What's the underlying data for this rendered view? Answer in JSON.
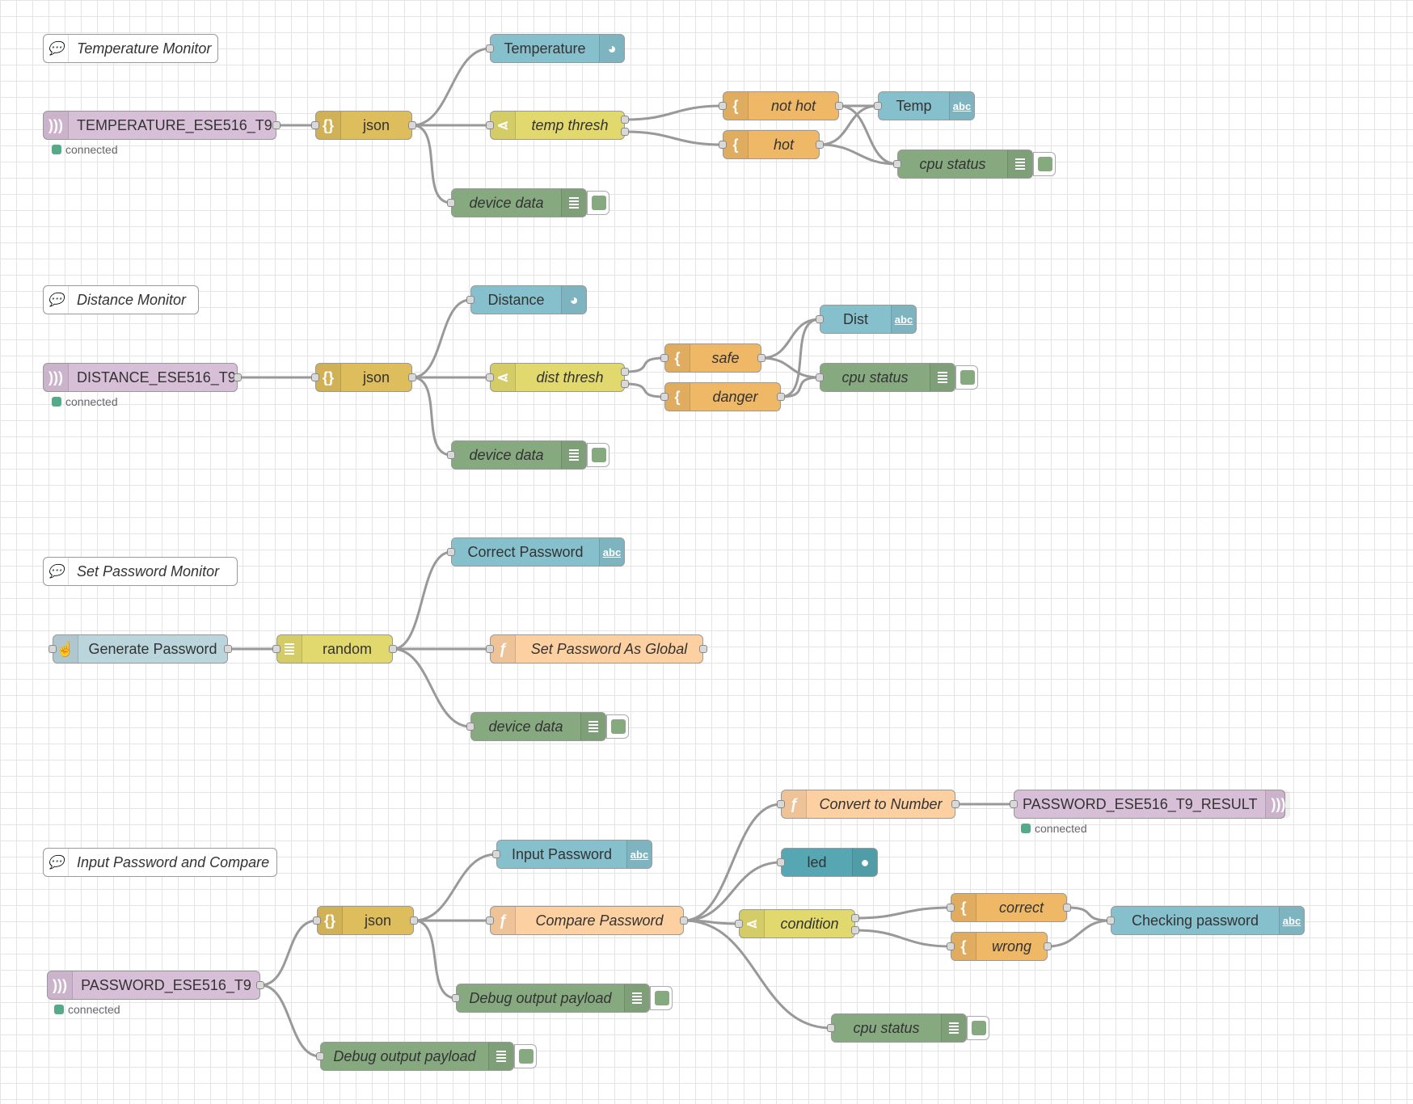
{
  "colors": {
    "mqtt_in": "#d8bfd8",
    "json": "#debd5c",
    "switch": "#e2d96e",
    "template": "#eeb867",
    "function": "#fdd0a2",
    "dashboard": "#86c0cd",
    "led": "#56a7b3",
    "debug": "#87a980",
    "inject": "#bad5dc",
    "random": "#e2d96e"
  },
  "comments": {
    "temp": "Temperature Monitor",
    "dist": "Distance Monitor",
    "setpw": "Set Password Monitor",
    "inputpw": "Input Password and Compare"
  },
  "status": {
    "connected": "connected"
  },
  "nodes": {
    "temp_mqtt": {
      "label": "TEMPERATURE_ESE516_T9",
      "icon": "mqtt-icon"
    },
    "temp_json": {
      "label": "json",
      "icon": "json-icon"
    },
    "temp_gauge": {
      "label": "Temperature",
      "icon": "gauge-icon"
    },
    "temp_switch": {
      "label": "temp thresh",
      "icon": "switch-icon"
    },
    "temp_debug": {
      "label": "device data",
      "icon": "debug-icon"
    },
    "temp_nothot": {
      "label": "not hot",
      "icon": "template-icon"
    },
    "temp_hot": {
      "label": "hot",
      "icon": "template-icon"
    },
    "temp_text": {
      "label": "Temp",
      "icon": "abc-icon"
    },
    "temp_cpu": {
      "label": "cpu status",
      "icon": "debug-icon"
    },
    "dist_mqtt": {
      "label": "DISTANCE_ESE516_T9",
      "icon": "mqtt-icon"
    },
    "dist_json": {
      "label": "json",
      "icon": "json-icon"
    },
    "dist_gauge": {
      "label": "Distance",
      "icon": "gauge-icon"
    },
    "dist_switch": {
      "label": "dist thresh",
      "icon": "switch-icon"
    },
    "dist_debug": {
      "label": "device data",
      "icon": "debug-icon"
    },
    "dist_safe": {
      "label": "safe",
      "icon": "template-icon"
    },
    "dist_danger": {
      "label": "danger",
      "icon": "template-icon"
    },
    "dist_text": {
      "label": "Dist",
      "icon": "abc-icon"
    },
    "dist_cpu": {
      "label": "cpu status",
      "icon": "debug-icon"
    },
    "set_inject": {
      "label": "Generate Password",
      "icon": "inject-icon"
    },
    "set_random": {
      "label": "random",
      "icon": "random-icon"
    },
    "set_text": {
      "label": "Correct Password",
      "icon": "abc-icon"
    },
    "set_func": {
      "label": "Set Password As Global",
      "icon": "function-icon"
    },
    "set_debug": {
      "label": "device data",
      "icon": "debug-icon"
    },
    "in_mqtt": {
      "label": "PASSWORD_ESE516_T9",
      "icon": "mqtt-icon"
    },
    "in_json": {
      "label": "json",
      "icon": "json-icon"
    },
    "in_text": {
      "label": "Input Password",
      "icon": "abc-icon"
    },
    "in_compare": {
      "label": "Compare Password",
      "icon": "function-icon"
    },
    "in_debug1": {
      "label": "Debug output payload",
      "icon": "debug-icon"
    },
    "in_debug2": {
      "label": "Debug output payload",
      "icon": "debug-icon"
    },
    "in_convert": {
      "label": "Convert to Number",
      "icon": "function-icon"
    },
    "in_mqttout": {
      "label": "PASSWORD_ESE516_T9_RESULT",
      "icon": "mqtt-icon"
    },
    "in_led": {
      "label": "led",
      "icon": "led-icon"
    },
    "in_cond": {
      "label": "condition",
      "icon": "switch-icon"
    },
    "in_correct": {
      "label": "correct",
      "icon": "template-icon"
    },
    "in_wrong": {
      "label": "wrong",
      "icon": "template-icon"
    },
    "in_check": {
      "label": "Checking password",
      "icon": "abc-icon"
    },
    "in_cpu": {
      "label": "cpu status",
      "icon": "debug-icon"
    }
  }
}
